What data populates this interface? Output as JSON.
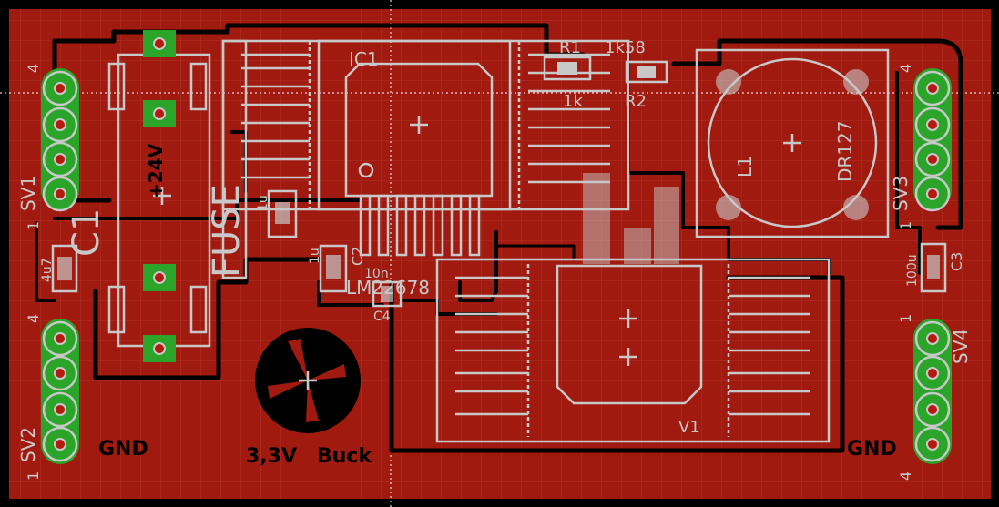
{
  "colors": {
    "board": "#a01a10",
    "copper_pad": "#2aa52a",
    "silkscreen": "#c8c8c8",
    "trace": "#000000",
    "grid": "#b33a30"
  },
  "labels": {
    "ic1": "IC1",
    "r1": "R1",
    "r1_value": "1k58",
    "r2": "R2",
    "r2_value": "1k",
    "dr127": "DR127",
    "l1": "L1",
    "fuse": "FUSE",
    "v24": "+24V",
    "c1_value": "1u",
    "c2": "C2",
    "c2_value": "1u",
    "c4": "C4",
    "c4_value": "10n",
    "lm": "LM22678",
    "c3": "C3",
    "c3_value": "100u",
    "c1b": "C1",
    "c1b_value": "4u7",
    "v1": "V1",
    "gnd_left": "GND",
    "gnd_right": "GND",
    "v33": "3,3V",
    "buck": "Buck",
    "sv1": "SV1",
    "sv2": "SV2",
    "sv3": "SV3",
    "sv4": "SV4",
    "pin4": "4",
    "pin1": "1"
  }
}
